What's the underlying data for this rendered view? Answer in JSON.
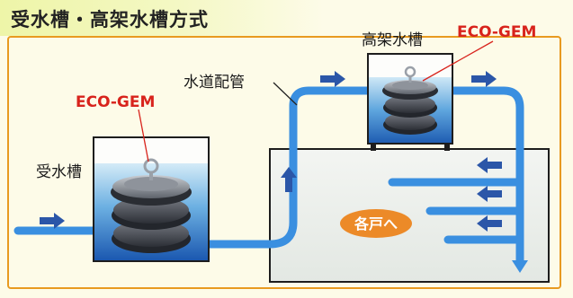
{
  "title": "受水槽・高架水槽方式",
  "labels": {
    "elevated_tank": "高架水槽",
    "eco_gem_top": "ECO-GEM",
    "water_pipe": "水道配管",
    "eco_gem_left": "ECO-GEM",
    "receiving_tank": "受水槽",
    "to_each_unit": "各戸へ"
  },
  "colors": {
    "pipe": "#3a8fe0",
    "arrow": "#2b56a8",
    "eco_gem_text": "#d8231c",
    "frame": "#e89a20",
    "badge": "#ec8a28",
    "title_bg": "#eef5a8"
  }
}
